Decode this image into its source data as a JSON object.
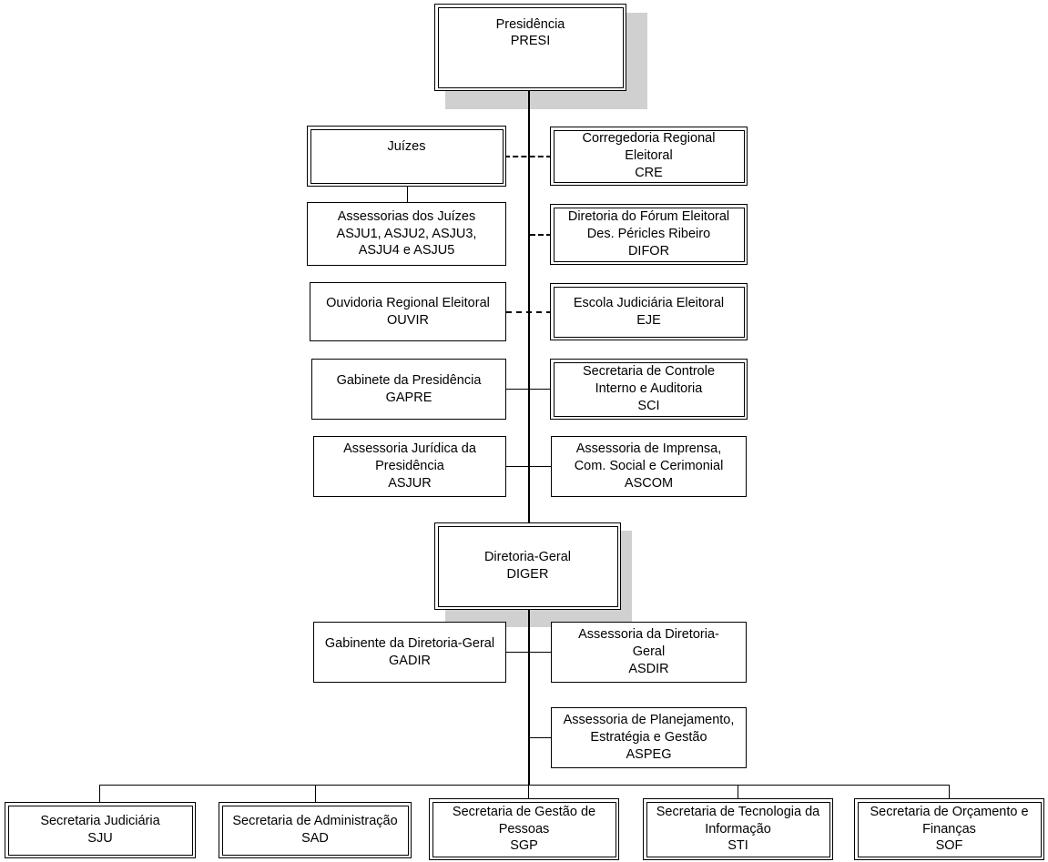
{
  "diagram": {
    "title": "Organograma TRE",
    "colors": {
      "line": "#000000",
      "box_fill": "#ffffff",
      "shadow": "#d0d0d0",
      "text": "#000000"
    }
  },
  "nodes": {
    "presi": {
      "label": "Presidência\nPRESI"
    },
    "juizes": {
      "label": "Juízes"
    },
    "cre": {
      "label": "Corregedoria Regional\nEleitoral\nCRE"
    },
    "asju": {
      "label": "Assessorias dos Juízes\nASJU1, ASJU2, ASJU3,\nASJU4 e ASJU5"
    },
    "difor": {
      "label": "Diretoria do Fórum Eleitoral\nDes. Péricles Ribeiro\nDIFOR"
    },
    "ouvir": {
      "label": "Ouvidoria Regional Eleitoral\nOUVIR"
    },
    "eje": {
      "label": "Escola Judiciária Eleitoral\nEJE"
    },
    "gapre": {
      "label": "Gabinete da Presidência\nGAPRE"
    },
    "sci": {
      "label": "Secretaria de Controle\nInterno e Auditoria\nSCI"
    },
    "asjur": {
      "label": "Assessoria Jurídica da\nPresidência\nASJUR"
    },
    "ascom": {
      "label": "Assessoria de Imprensa,\nCom. Social e Cerimonial\nASCOM"
    },
    "diger": {
      "label": "Diretoria-Geral\nDIGER"
    },
    "gadir": {
      "label": "Gabinente da Diretoria-Geral\nGADIR"
    },
    "asdir": {
      "label": "Assessoria da Diretoria-\nGeral\nASDIR"
    },
    "aspeg": {
      "label": "Assessoria de Planejamento,\nEstratégia e Gestão\nASPEG"
    },
    "sju": {
      "label": "Secretaria Judiciária\nSJU"
    },
    "sad": {
      "label": "Secretaria de Administração\nSAD"
    },
    "sgp": {
      "label": "Secretaria de Gestão de\nPessoas\nSGP"
    },
    "sti": {
      "label": "Secretaria de Tecnologia da\nInformação\nSTI"
    },
    "sof": {
      "label": "Secretaria de Orçamento e\nFinanças\nSOF"
    }
  }
}
